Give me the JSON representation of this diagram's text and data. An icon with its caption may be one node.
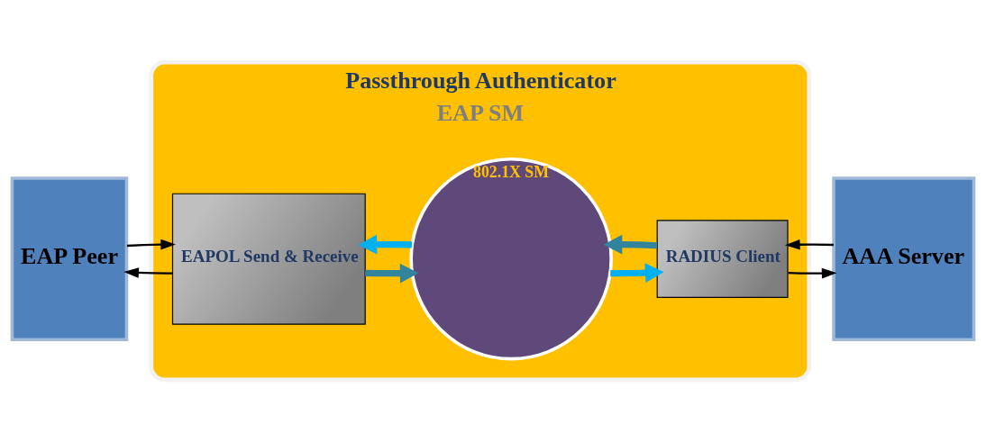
{
  "diagram": {
    "nodes": [
      {
        "text": [
          "EAP Peer"
        ]
      },
      {
        "text": [
          "Passthrough Authenticator",
          "EAP SM"
        ]
      },
      {
        "text": [
          "EAPOL Send & Receive"
        ],
        "in": 1
      },
      {
        "text": [
          "802.1X SM"
        ],
        "in": 1
      },
      {
        "text": [
          "RADIUS Client"
        ],
        "in": 1
      },
      {
        "text": [
          "AAA Server"
        ]
      }
    ],
    "edges": [
      {
        "from": 2,
        "to": 0,
        "arrow": "to"
      },
      {
        "from": 0,
        "to": 2,
        "arrow": "to"
      },
      {
        "from": 2,
        "to": 3,
        "arrow": "to",
        "style": "thick",
        "color": "#31849b"
      },
      {
        "from": 3,
        "to": 4,
        "arrow": "to",
        "style": "thick",
        "color": "#00b0f0"
      },
      {
        "from": 4,
        "to": 3,
        "arrow": "to",
        "style": "thick",
        "color": "#31849b"
      },
      {
        "from": 3,
        "to": 2,
        "arrow": "to",
        "style": "thick",
        "color": "#00b0f0"
      },
      {
        "from": 4,
        "to": 5,
        "arrow": "to"
      },
      {
        "from": 5,
        "to": 4,
        "arrow": "to"
      }
    ]
  }
}
